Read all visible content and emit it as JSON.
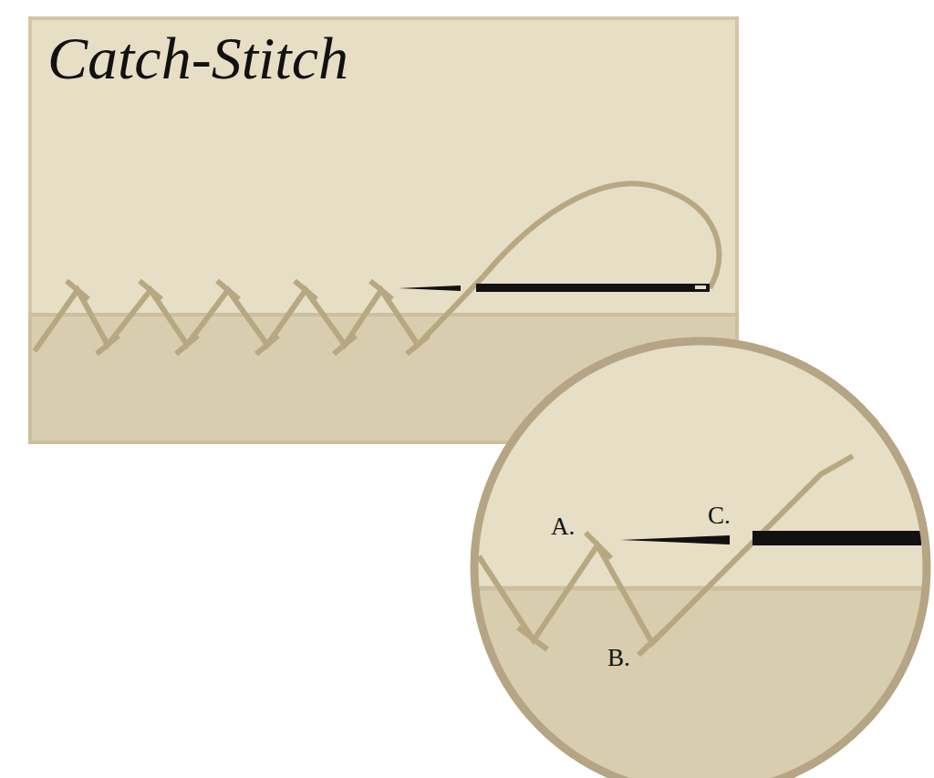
{
  "diagram": {
    "title": "Catch-Stitch",
    "labels": [
      "A.",
      "B.",
      "C."
    ]
  }
}
